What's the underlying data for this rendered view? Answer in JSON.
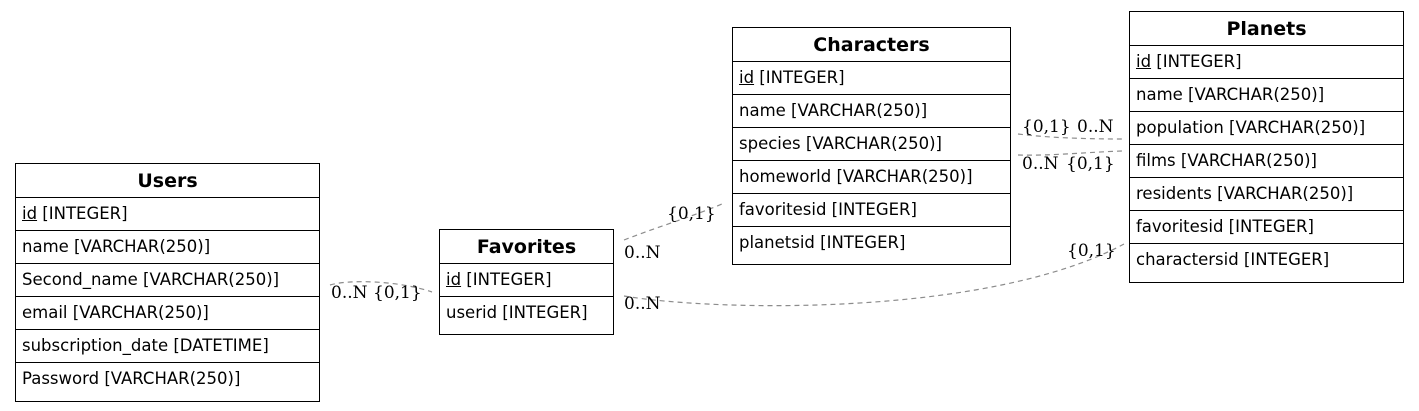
{
  "entities": {
    "users": {
      "name": "Users",
      "columns": [
        {
          "key": "id",
          "type": " [INTEGER]"
        },
        {
          "key": "name",
          "type": " [VARCHAR(250)]"
        },
        {
          "key": "Second_name",
          "type": " [VARCHAR(250)]"
        },
        {
          "key": "email",
          "type": " [VARCHAR(250)]"
        },
        {
          "key": "subscription_date",
          "type": " [DATETIME]"
        },
        {
          "key": "Password",
          "type": " [VARCHAR(250)]"
        }
      ]
    },
    "favorites": {
      "name": "Favorites",
      "columns": [
        {
          "key": "id",
          "type": " [INTEGER]"
        },
        {
          "key": "userid",
          "type": " [INTEGER]"
        }
      ]
    },
    "characters": {
      "name": "Characters",
      "columns": [
        {
          "key": "id",
          "type": " [INTEGER]"
        },
        {
          "key": "name",
          "type": " [VARCHAR(250)]"
        },
        {
          "key": "species",
          "type": " [VARCHAR(250)]"
        },
        {
          "key": "homeworld",
          "type": " [VARCHAR(250)]"
        },
        {
          "key": "favoritesid",
          "type": " [INTEGER]"
        },
        {
          "key": "planetsid",
          "type": " [INTEGER]"
        }
      ]
    },
    "planets": {
      "name": "Planets",
      "columns": [
        {
          "key": "id",
          "type": " [INTEGER]"
        },
        {
          "key": "name",
          "type": " [VARCHAR(250)]"
        },
        {
          "key": "population",
          "type": " [VARCHAR(250)]"
        },
        {
          "key": "films",
          "type": " [VARCHAR(250)]"
        },
        {
          "key": "residents",
          "type": " [VARCHAR(250)]"
        },
        {
          "key": "favoritesid",
          "type": " [INTEGER]"
        },
        {
          "key": "charactersid",
          "type": " [INTEGER]"
        }
      ]
    }
  },
  "relations": {
    "users_favorites": {
      "many": "0..N",
      "one": "{0,1}"
    },
    "favorites_characters": {
      "many": "0..N",
      "one": "{0,1}"
    },
    "favorites_planets": {
      "many": "0..N",
      "one": "{0,1}"
    },
    "characters_planets": {
      "one_a": "{0,1}",
      "many_a": "0..N",
      "many_b": "0..N",
      "one_b": "{0,1}"
    }
  },
  "colors": {
    "border": "#000000",
    "edge": "#8c8c8c",
    "background": "#ffffff"
  }
}
